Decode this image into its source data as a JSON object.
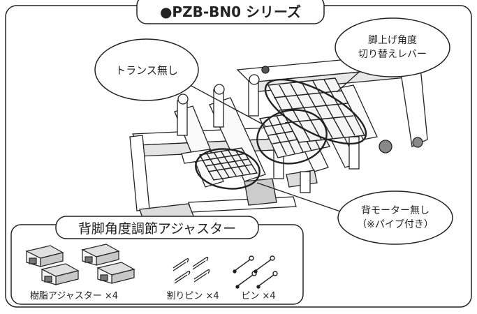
{
  "title": "●PZB-BN0 シリーズ",
  "callouts": {
    "transfer": "トランス無し",
    "leg_lever_line1": "脚上げ角度",
    "leg_lever_line2": "切り替えレバー",
    "back_motor_line1": "背モーター無し",
    "back_motor_line2": "（※パイプ付き）"
  },
  "adjuster_panel": {
    "title": "背脚角度調節アジャスター",
    "items": [
      {
        "label": "樹脂アジャスター ×4",
        "icon": "resin-adjuster-icon"
      },
      {
        "label": "割りピン ×4",
        "icon": "split-pin-icon"
      },
      {
        "label": "ピン ×4",
        "icon": "pin-icon"
      }
    ]
  },
  "colors": {
    "frame_line": "#222222",
    "background": "#ffffff"
  }
}
